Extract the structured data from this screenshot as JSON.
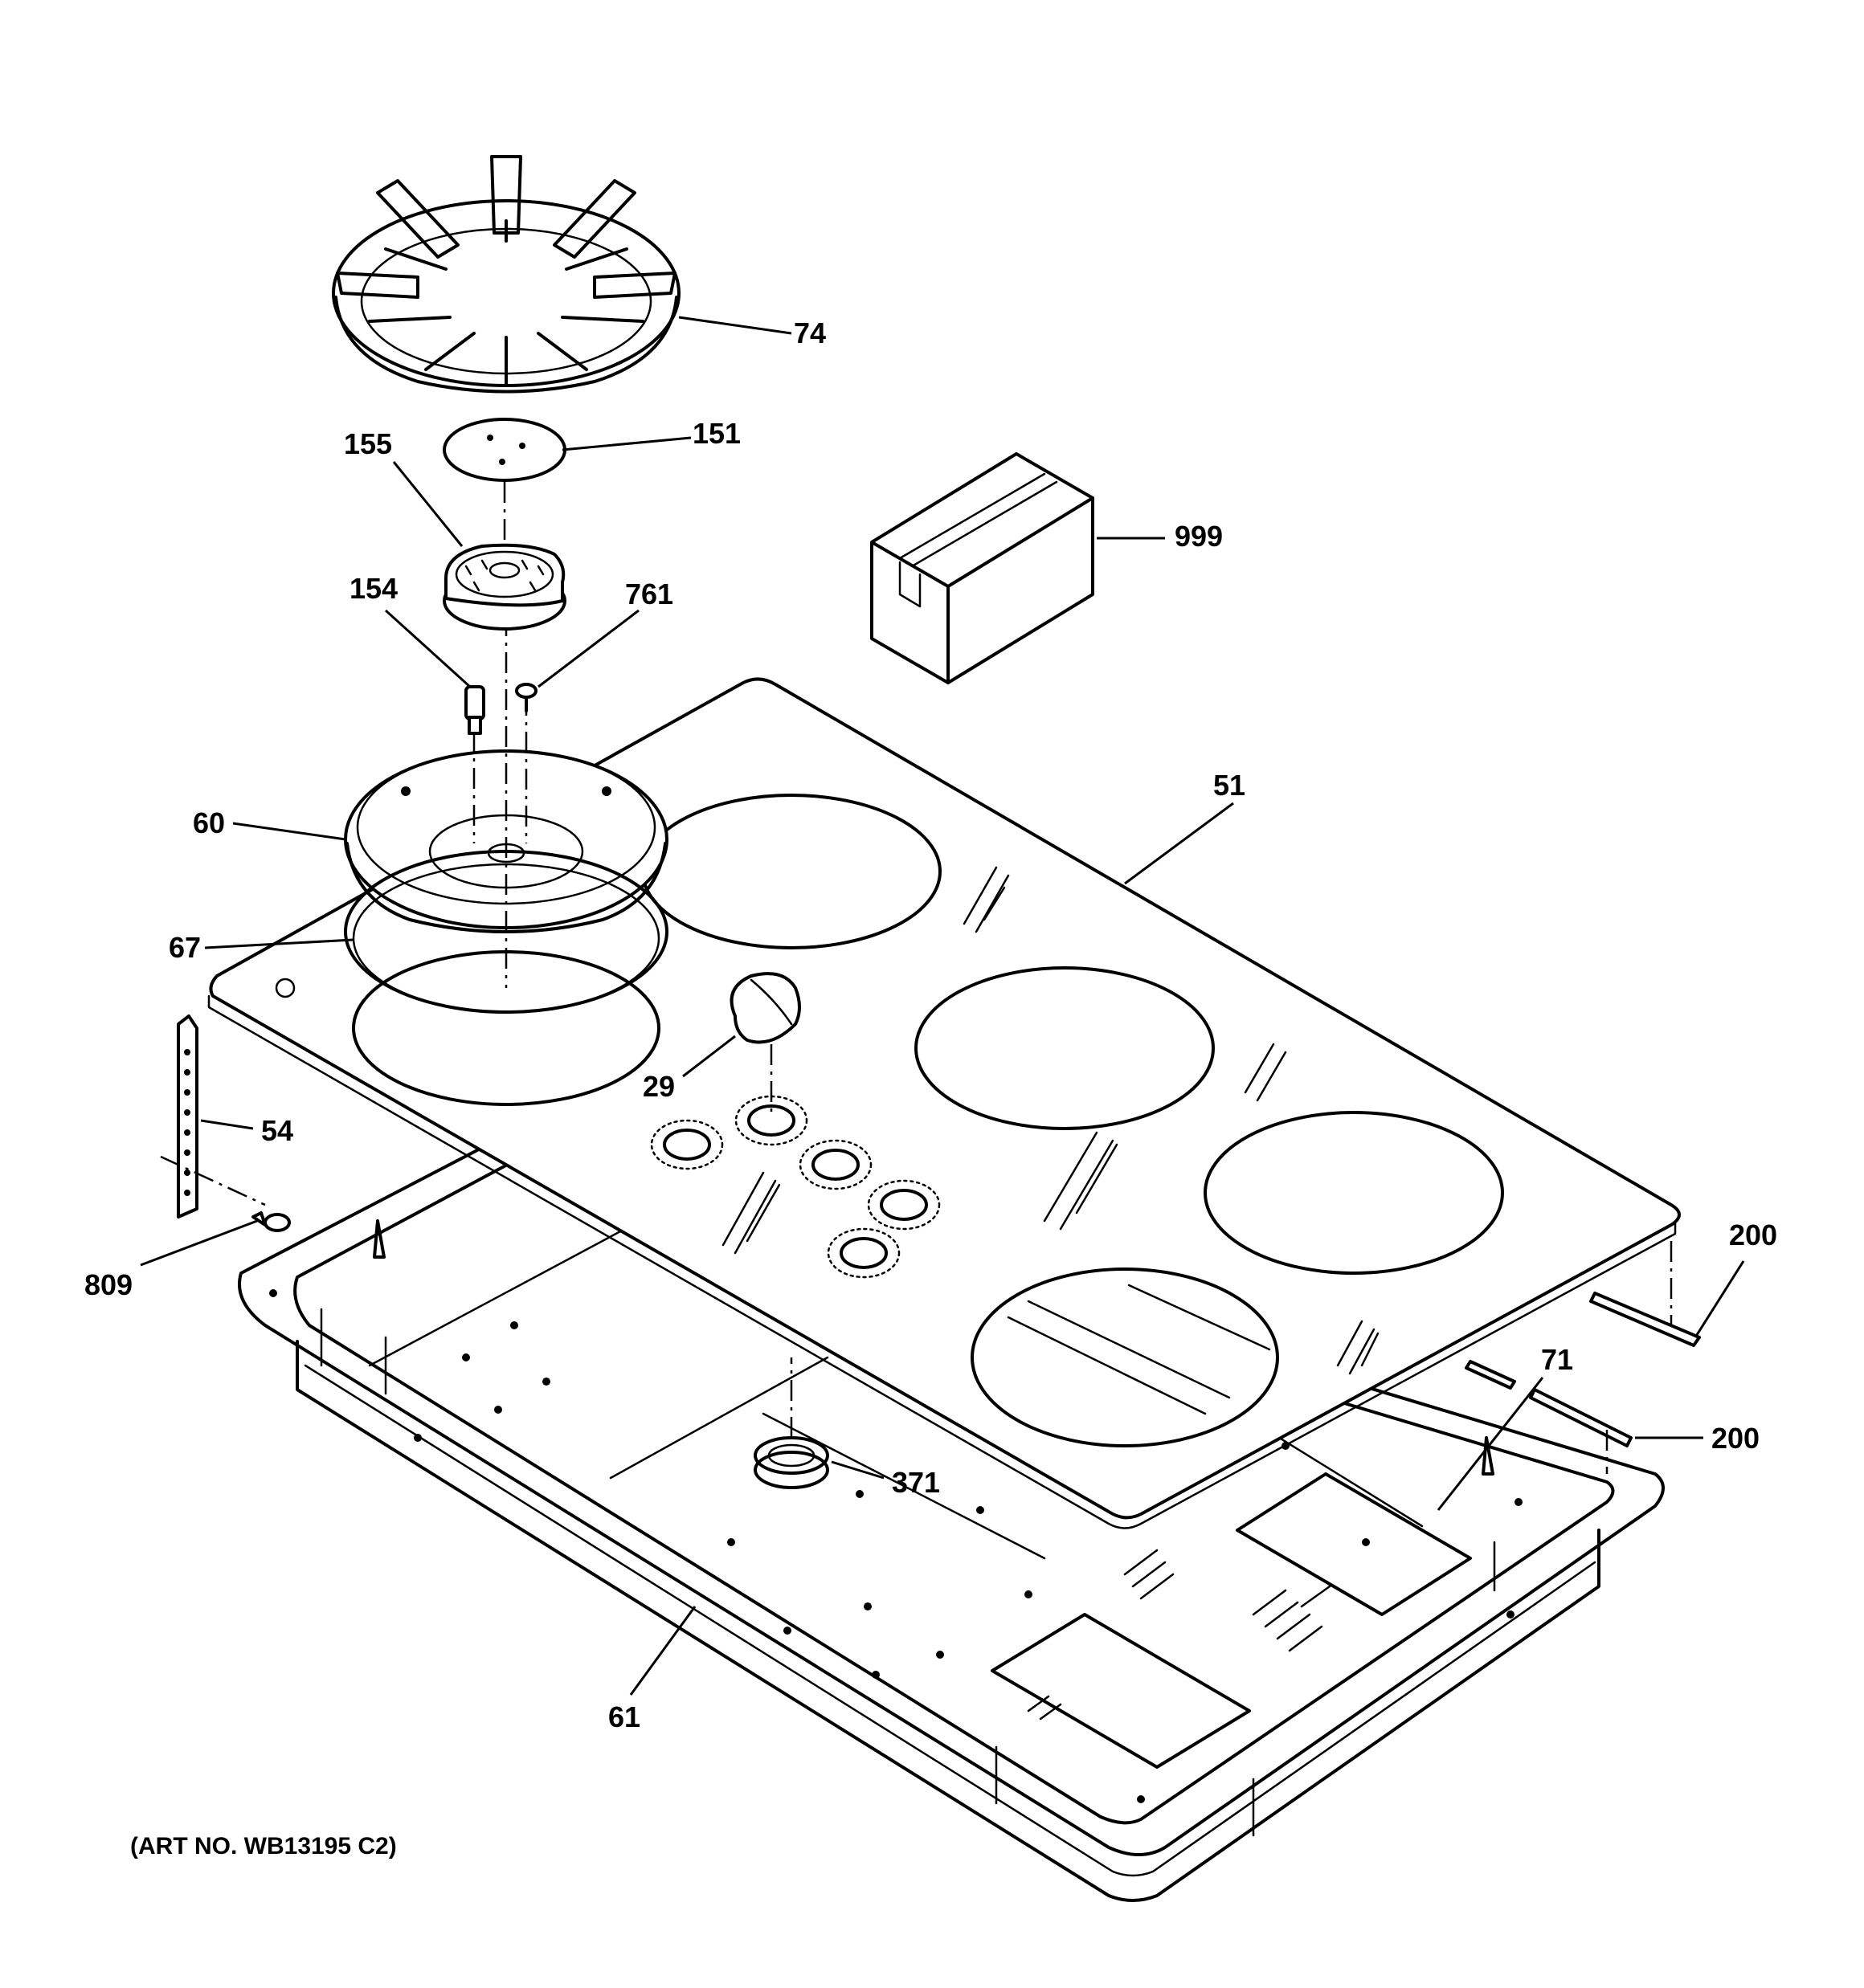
{
  "callouts": {
    "c74": "74",
    "c151": "151",
    "c155": "155",
    "c154": "154",
    "c761": "761",
    "c999": "999",
    "c51": "51",
    "c60": "60",
    "c67": "67",
    "c29": "29",
    "c54": "54",
    "c809": "809",
    "c200a": "200",
    "c200b": "200",
    "c71": "71",
    "c371": "371",
    "c61": "61"
  },
  "art_number": "(ART NO. WB13195 C2)"
}
